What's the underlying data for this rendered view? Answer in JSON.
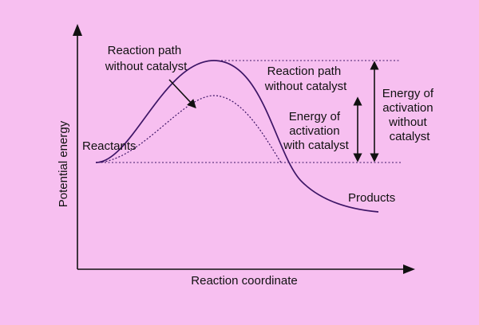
{
  "diagram": {
    "x_axis_label": "Reaction coordinate",
    "y_axis_label": "Potential energy",
    "reactants_label": "Reactants",
    "products_label": "Products",
    "path_uncat_left": [
      "Reaction path",
      "without catalyst"
    ],
    "path_uncat_right": [
      "Reaction path",
      "without catalyst"
    ],
    "ea_catalyst": [
      "Energy of",
      "activation",
      "with catalyst"
    ],
    "ea_uncatalyzed": [
      "Energy of",
      "activation",
      "without",
      "catalyst"
    ]
  },
  "colors": {
    "background": "#f7bff0",
    "curve": "#3d1566",
    "text": "#111111"
  }
}
